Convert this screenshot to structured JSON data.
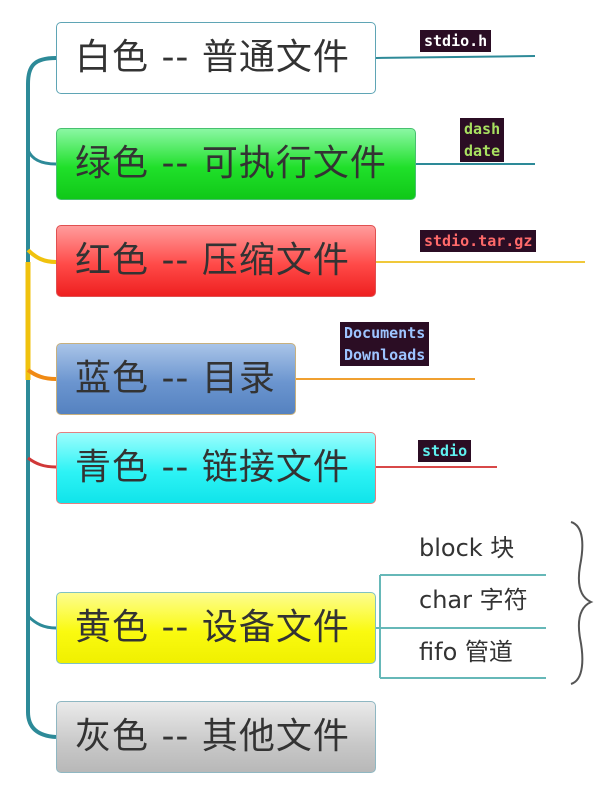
{
  "nodes": [
    {
      "label": "白色 -- 普通文件",
      "example": [
        "stdio.h"
      ]
    },
    {
      "label": "绿色 -- 可执行文件",
      "example": [
        "dash",
        "date"
      ]
    },
    {
      "label": "红色 -- 压缩文件",
      "example": [
        "stdio.tar.gz"
      ]
    },
    {
      "label": "蓝色 -- 目录",
      "example": [
        "Documents",
        "Downloads"
      ]
    },
    {
      "label": "青色 -- 链接文件",
      "example": [
        "stdio"
      ]
    },
    {
      "label": "黄色 -- 设备文件",
      "subtypes": [
        "block 块",
        "char 字符",
        "fifo 管道"
      ]
    },
    {
      "label": "灰色 -- 其他文件"
    }
  ]
}
